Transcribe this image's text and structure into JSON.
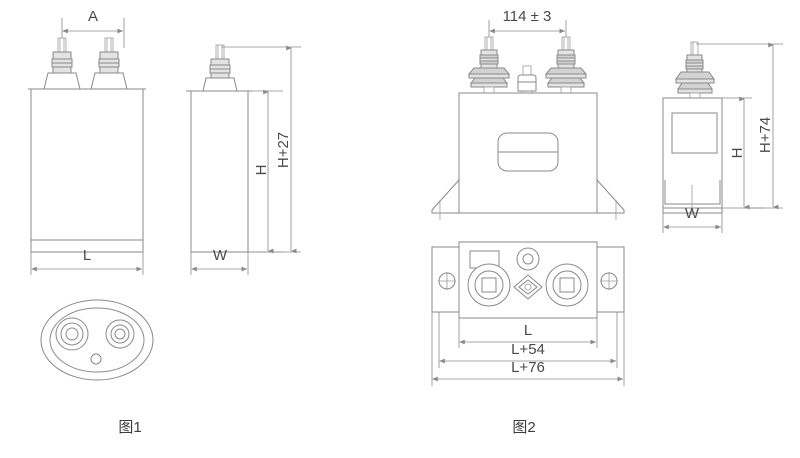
{
  "document": {
    "type": "engineering-dimension-drawing",
    "subject": "power capacitor outline dimension drawing",
    "background_color": "#ffffff",
    "line_color": "#8a8a8a",
    "text_color": "#4a4a4a"
  },
  "figure1": {
    "caption": "图1",
    "front_view": {
      "dimensions": {
        "terminal_spacing": "A",
        "body_width": "L"
      },
      "terminal_count": 2
    },
    "side_view": {
      "dimensions": {
        "body_height": "H",
        "overall_height": "H+27",
        "body_depth": "W"
      },
      "terminal_count": 1
    },
    "bottom_view": {
      "shape": "oval",
      "terminal_count": 2,
      "vent_count": 1
    }
  },
  "figure2": {
    "caption": "图2",
    "front_view": {
      "dimensions": {
        "bushing_spacing": "114 ± 3"
      },
      "bushing_count": 2,
      "center_component": "pressure-relief-vent",
      "nameplate": "rounded-rectangle-handle",
      "mounting_feet": 2
    },
    "side_view": {
      "dimensions": {
        "body_height": "H",
        "overall_height": "H+74",
        "body_depth": "W"
      },
      "bushing_count": 1
    },
    "top_view": {
      "dimensions": {
        "body_length": "L",
        "foot_hole_span": "L+54",
        "overall_length": "L+76"
      },
      "terminal_count": 2,
      "vent_count": 1,
      "diamond_marker_count": 1,
      "label_plate_count": 1,
      "mounting_hole_count": 2
    }
  }
}
